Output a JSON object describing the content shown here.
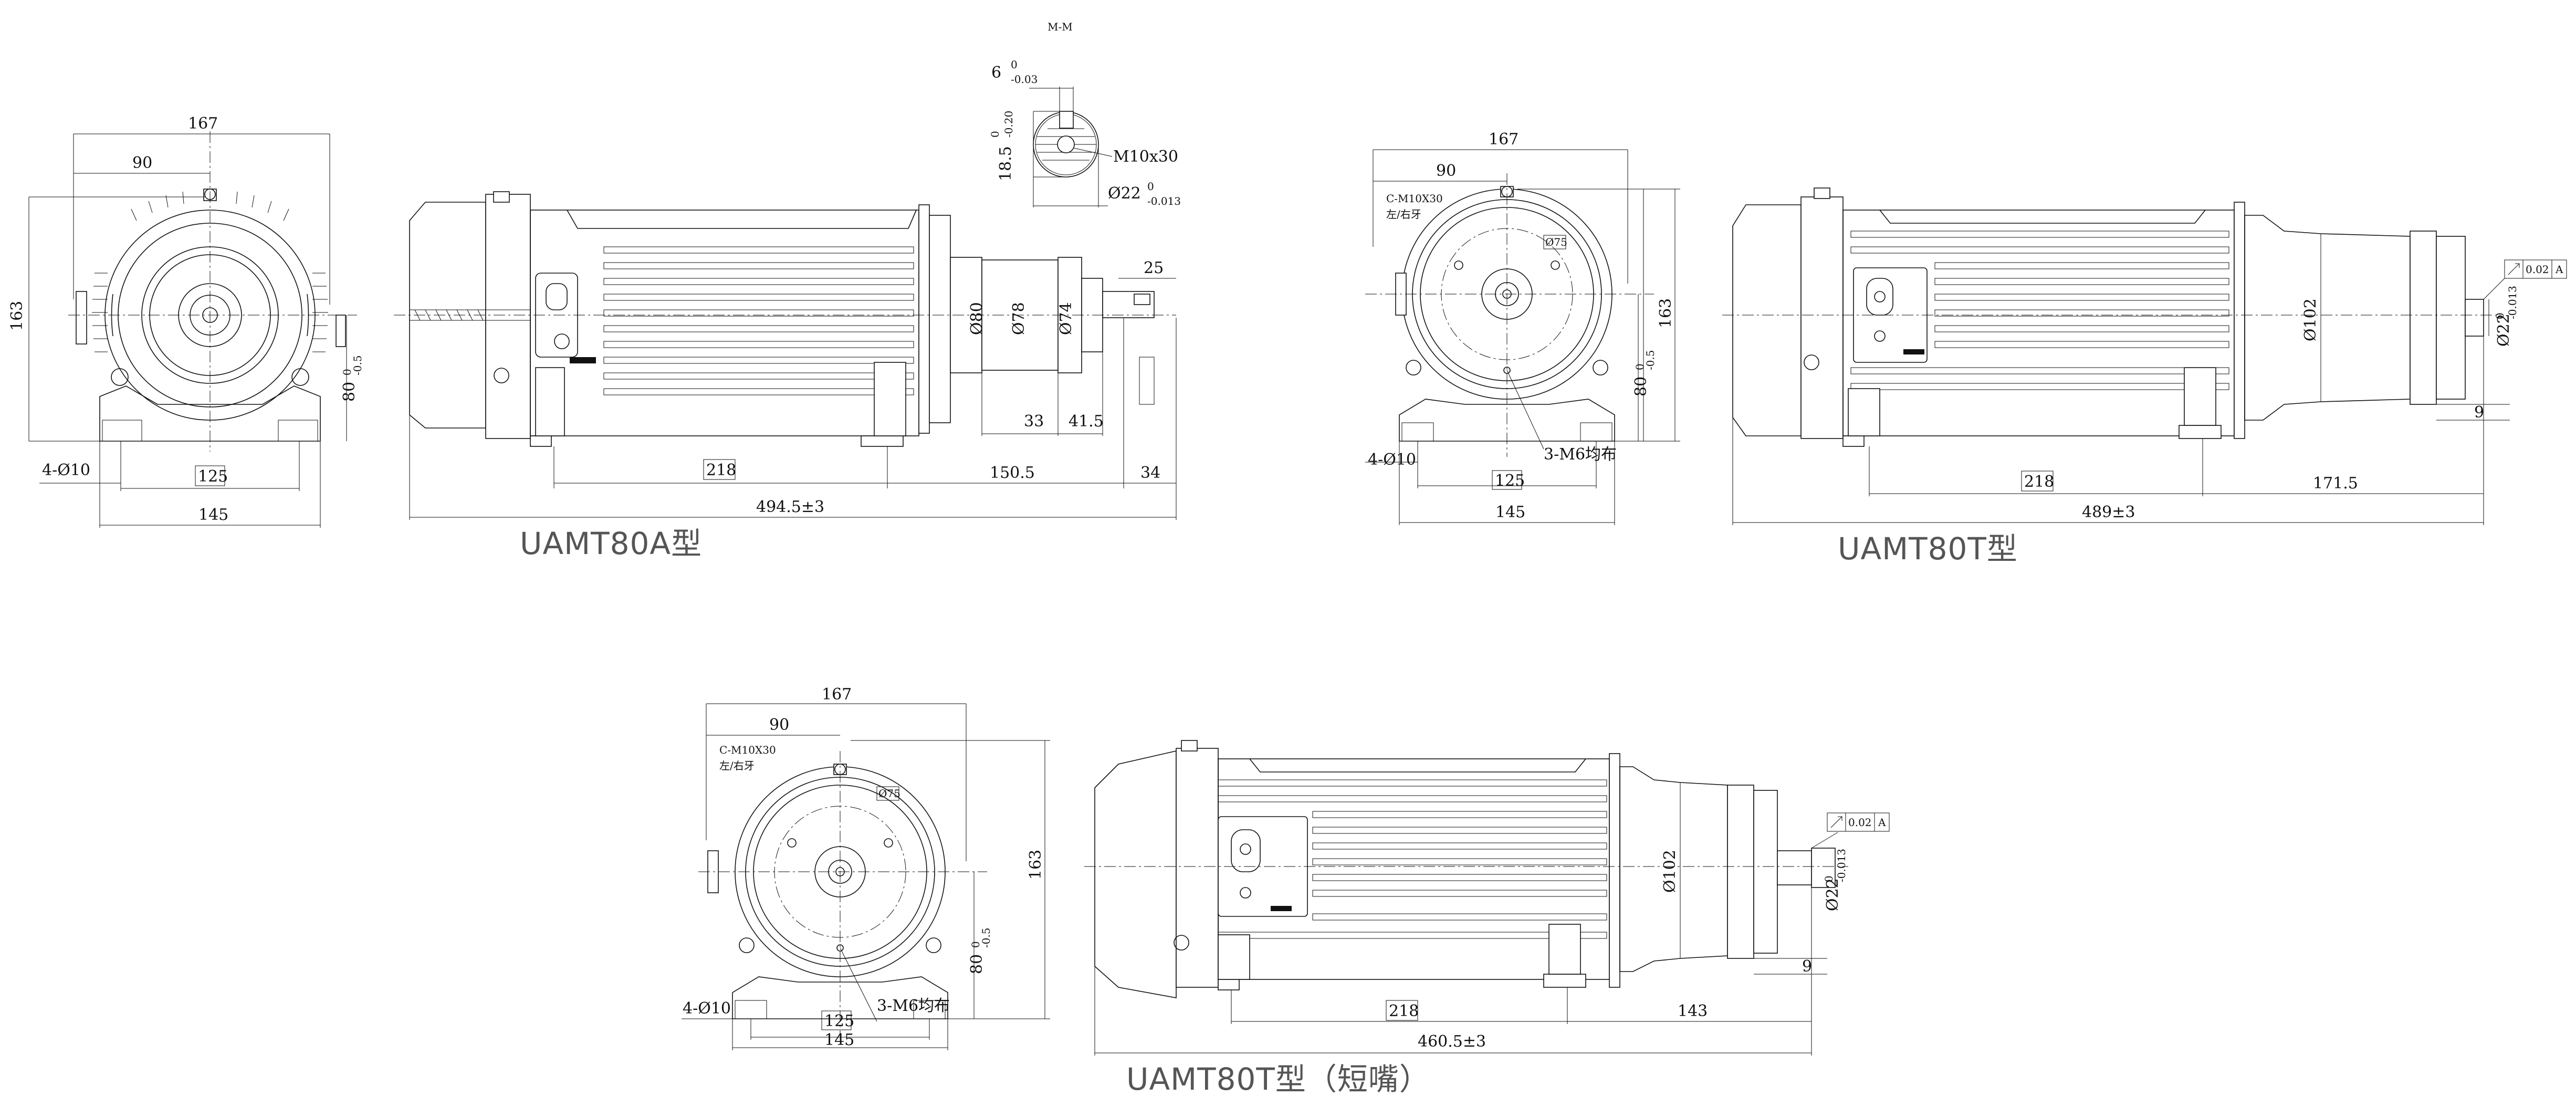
{
  "section_label": "M-M",
  "section_dims": {
    "key_width": "6",
    "key_width_tol": [
      "0",
      "-0.03"
    ],
    "key_depth": "18.5",
    "key_depth_tol": [
      "0",
      "-0.20"
    ],
    "thread": "M10x30",
    "shaft_dia": "Ø22",
    "shaft_dia_tol": [
      "0",
      "-0.013"
    ]
  },
  "views": {
    "a_front": {
      "width": "167",
      "half": "90",
      "height": "163",
      "center_h": "80",
      "center_h_tol": [
        "0",
        "-0.5"
      ],
      "holes": "4-Ø10",
      "hole_span": "125",
      "base": "145"
    },
    "a_side": {
      "len_218": "218",
      "len_150": "150.5",
      "len_34": "34",
      "total": "494.5±3",
      "d80": "Ø80",
      "d78": "Ø78",
      "d74": "Ø74",
      "l33": "33",
      "l41": "41.5",
      "l25": "25"
    },
    "t_front": {
      "width": "167",
      "half": "90",
      "height": "163",
      "center_h": "80",
      "center_h_tol": [
        "0",
        "-0.5"
      ],
      "thread_note": "C-M10X30",
      "thread_note2": "左/右牙",
      "pcd": "Ø75",
      "m6": "3-M6均布",
      "holes": "4-Ø10",
      "hole_span": "125",
      "base": "145"
    },
    "t_side": {
      "len_218": "218",
      "len_171": "171.5",
      "total": "489±3",
      "d102": "Ø102",
      "d22": "Ø22",
      "d22_tol": [
        "0",
        "-0.013"
      ],
      "runout": "0.02",
      "datum": "A",
      "l9": "9"
    },
    "ts_front": {
      "width": "167",
      "half": "90",
      "height": "163",
      "center_h": "80",
      "center_h_tol": [
        "0",
        "-0.5"
      ],
      "thread_note": "C-M10X30",
      "thread_note2": "左/右牙",
      "pcd": "Ø75",
      "m6": "3-M6均布",
      "holes": "4-Ø10",
      "hole_span": "125",
      "base": "145"
    },
    "ts_side": {
      "len_218": "218",
      "len_143": "143",
      "total": "460.5±3",
      "d102": "Ø102",
      "d22": "Ø22",
      "d22_tol": [
        "0",
        "-0.013"
      ],
      "runout": "0.02",
      "datum": "A",
      "l9": "9"
    }
  },
  "captions": {
    "a": "UAMT80A型",
    "t": "UAMT80T型",
    "ts": "UAMT80T型（短嘴）"
  }
}
